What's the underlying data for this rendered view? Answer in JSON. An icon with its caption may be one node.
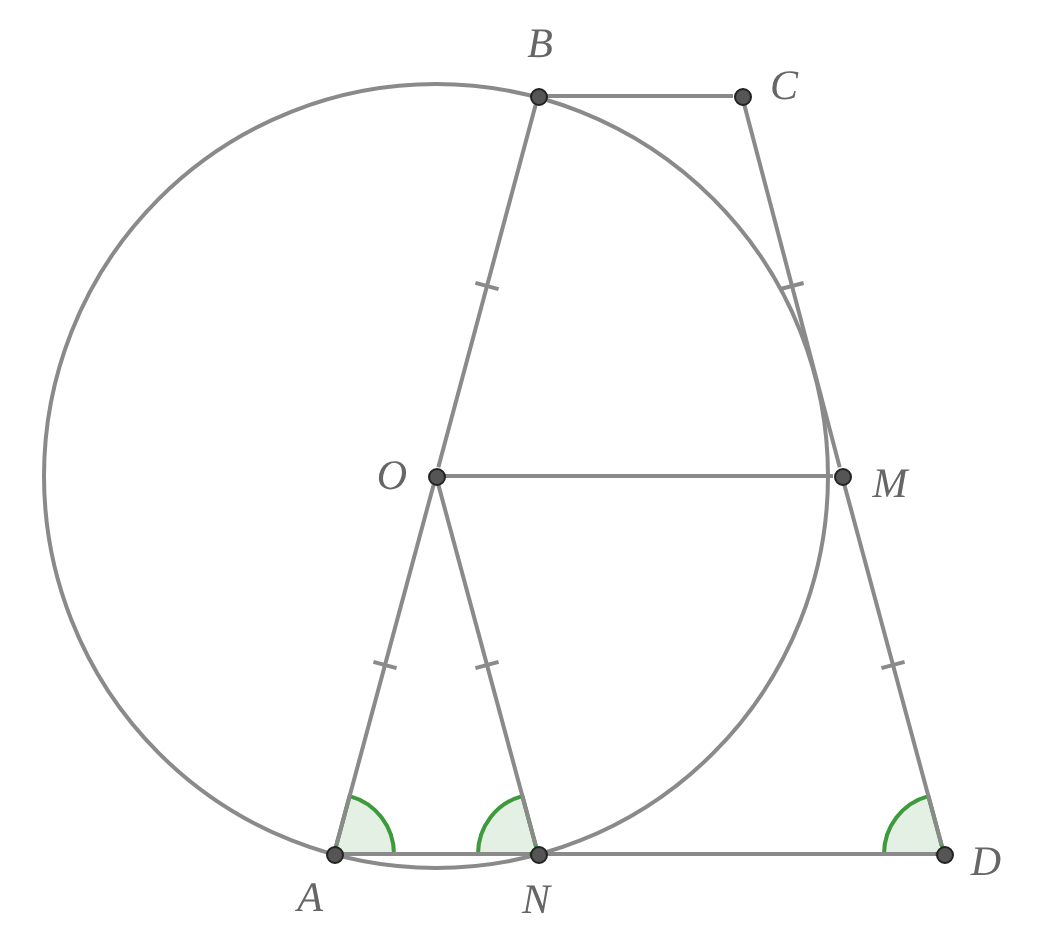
{
  "diagram": {
    "nodes": [
      {
        "text": [],
        "shape": "circle",
        "beside": [
          "B"
        ]
      },
      {
        "text": [],
        "shape": "circle",
        "beside": [
          "C"
        ]
      },
      {
        "text": [],
        "shape": "circle",
        "beside": [
          "O"
        ]
      },
      {
        "text": [],
        "shape": "circle",
        "beside": [
          "M"
        ]
      },
      {
        "text": [],
        "shape": "circle",
        "beside": [
          "A"
        ]
      },
      {
        "text": [],
        "shape": "circle",
        "beside": [
          "N"
        ]
      },
      {
        "text": [],
        "shape": "circle",
        "beside": [
          "D"
        ]
      }
    ],
    "edges": [
      {
        "from": 0,
        "to": 1,
        "arrow": "none"
      },
      {
        "from": 0,
        "to": 2,
        "arrow": "none"
      },
      {
        "from": 1,
        "to": 3,
        "arrow": "none"
      },
      {
        "from": 2,
        "to": 3,
        "arrow": "none"
      },
      {
        "from": 3,
        "to": 6,
        "arrow": "none"
      },
      {
        "from": 2,
        "to": 4,
        "arrow": "none"
      },
      {
        "from": 2,
        "to": 5,
        "arrow": "none"
      },
      {
        "from": 4,
        "to": 5,
        "arrow": "none"
      },
      {
        "from": 5,
        "to": 6,
        "arrow": "none"
      }
    ]
  }
}
